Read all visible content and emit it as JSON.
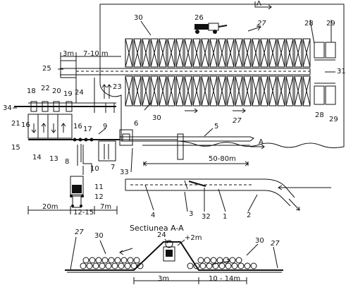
{
  "plan_labels": {
    "n30_top": "30",
    "n30_mid": "30",
    "n26": "26",
    "n27_top": "27",
    "n27_mid": "27",
    "n28_top": "28",
    "n29_top": "29",
    "n28_bot": "28",
    "n29_bot": "29",
    "n31": "31",
    "n25": "25",
    "n24": "24",
    "n23": "23",
    "n18": "18",
    "n22": "22",
    "n20": "20",
    "n19": "19",
    "n34": "34",
    "n21": "21",
    "n16a": "16",
    "n16b": "16",
    "n17": "17",
    "n9": "9",
    "n6": "6",
    "n5": "5",
    "n15": "15",
    "n14": "14",
    "n13": "13",
    "n8": "8",
    "n10": "10",
    "n7": "7",
    "n33": "33",
    "n11": "11",
    "n12": "12",
    "n4": "4",
    "n3": "3",
    "n32": "32",
    "n1": "1",
    "n2": "2"
  },
  "dimensions": {
    "d_3m": "3m",
    "d_7_10m": "7-10 m",
    "d_50_80m": "50-80m",
    "d_20m": "20m",
    "d_12_15": "12-15",
    "d_7m": "7m",
    "d_3m_sec": "3m",
    "d_10_14m": "10 - 14m",
    "d_plus2m": "+2m"
  },
  "section_marks": {
    "a_top": "A",
    "a_right": "A"
  },
  "section": {
    "title": "Sectiunea  A-A",
    "n24": "24",
    "n27_left": "27",
    "n30_left": "30",
    "n30_right": "30",
    "n27_right": "27"
  }
}
